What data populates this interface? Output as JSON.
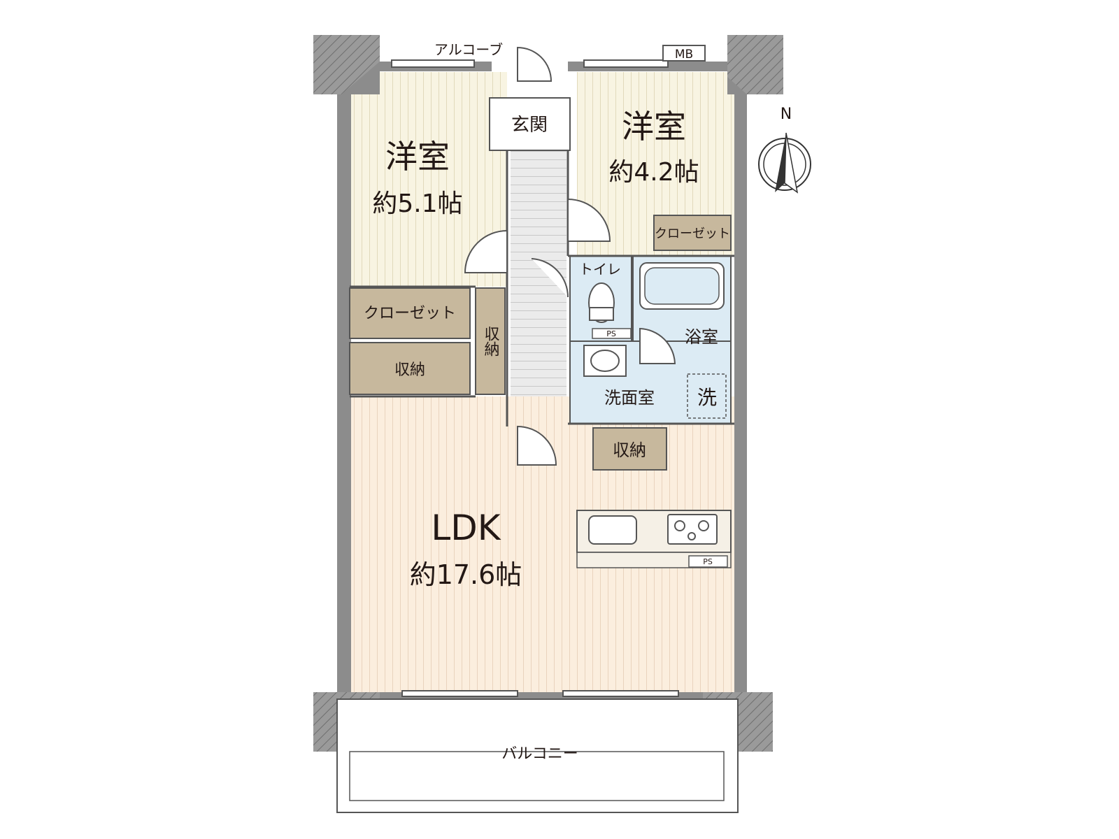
{
  "floorplan": {
    "top_label": "アルコーブ",
    "mb_label": "MB",
    "entrance_label": "玄関",
    "bedroom_left": {
      "name": "洋室",
      "size": "約5.1帖"
    },
    "bedroom_right": {
      "name": "洋室",
      "size": "約4.2帖"
    },
    "closet_right": "クローゼット",
    "closet_left": "クローゼット",
    "storage_left": "収納",
    "storage_hall": "収納",
    "storage_ldk": "収納",
    "toilet_label": "トイレ",
    "bath_label": "浴室",
    "washroom_label": "洗面室",
    "laundry_label": "洗",
    "ps_label_toilet": "PS",
    "ps_label_kitchen": "PS",
    "ldk": {
      "name": "LDK",
      "size": "約17.6帖"
    },
    "balcony_label": "バルコニー",
    "compass_label": "N"
  },
  "colors": {
    "wall": "#8c8c8c",
    "bedroom_floor": "#f8f4e2",
    "ldk_floor": "#fbeede",
    "storage_fill": "#c7b89d",
    "wet_area": "#dcebf4",
    "hallway": "#ebebeb",
    "kitchen_counter": "#f5f0e6"
  }
}
